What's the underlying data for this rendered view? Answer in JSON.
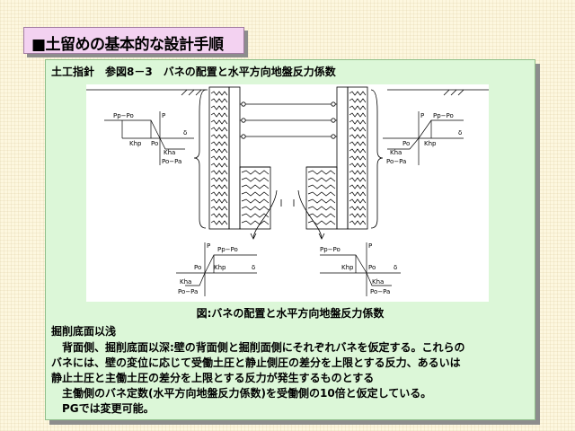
{
  "title": "■土留めの基本的な設計手順",
  "panel": {
    "header": "土工指針　参図8－3　バネの配置と水平方向地盤反力係数",
    "caption": "図:バネの配置と水平方向地盤反力係数",
    "section_heading": "掘削底面以浅",
    "body_lines": [
      "　背面側、掘削底面以深:壁の背面側と掘削面側にそれぞれバネを仮定する。これらの",
      "バネには、壁の変位に応じて受働土圧と静止側圧の差分を上限とする反力、あるいは",
      "静止土圧と主働土圧の差分を上限とする反力が発生するものとする",
      "　主働側のバネ定数(水平方向地盤反力係数)を受働側の10倍と仮定している。",
      "　PGでは変更可能。"
    ]
  },
  "diagram_labels": {
    "p": "P",
    "pp_po": "Pp−Po",
    "po": "Po",
    "khp": "Khp",
    "kha": "Kha",
    "po_pa": "Po−Pa",
    "delta": "δ"
  }
}
